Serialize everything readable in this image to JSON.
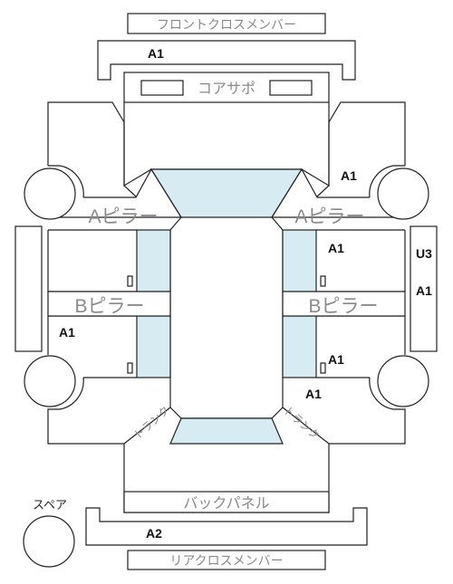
{
  "labels": {
    "front_cross_member": "フロントクロスメンバー",
    "core_support": "コアサポ",
    "a_pillar": "Aピラー",
    "b_pillar": "Bピラー",
    "back_panel": "バックパネル",
    "rear_cross_member": "リアクロスメンバー",
    "spare": "スペア",
    "trunk": "トランク"
  },
  "grades": {
    "front_member": "A1",
    "right_front_fender": "A1",
    "right_front_door": "A1",
    "right_rear_door": "A1",
    "right_rear_quarter": "A1",
    "left_rear_door": "A1",
    "right_side_u": "U3",
    "right_side_a": "A1",
    "rear_member": "A2"
  },
  "colors": {
    "glass": "#d6ecf2",
    "line": "#222222",
    "label_gray": "#8a8a8a"
  }
}
